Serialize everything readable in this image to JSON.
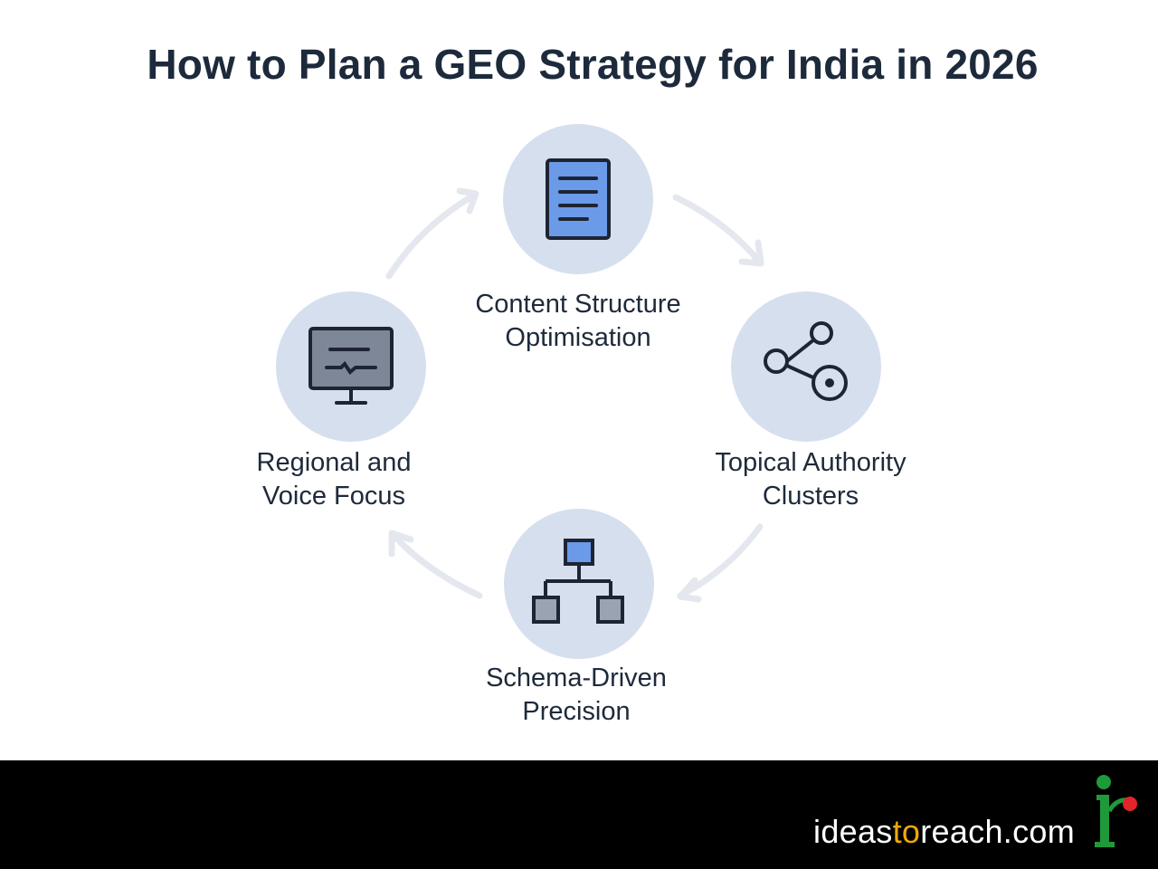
{
  "title": "How to Plan a GEO Strategy for India in 2026",
  "nodes": [
    {
      "id": "content",
      "line1": "Content Structure",
      "line2": "Optimisation",
      "icon": "document-icon"
    },
    {
      "id": "topical",
      "line1": "Topical Authority",
      "line2": "Clusters",
      "icon": "share-nodes-icon"
    },
    {
      "id": "schema",
      "line1": "Schema-Driven",
      "line2": "Precision",
      "icon": "hierarchy-icon"
    },
    {
      "id": "regional",
      "line1": "Regional and",
      "line2": "Voice Focus",
      "icon": "monitor-icon"
    }
  ],
  "footer": {
    "brand_before": "ideas",
    "brand_accent": "to",
    "brand_after": "reach.com",
    "logo": "ir-logo"
  },
  "colors": {
    "circle": "#d6dfee",
    "arrow": "#e4e8ee",
    "title": "#1d2a3c",
    "accent": "#f2a70a",
    "logo_green": "#1f9a3a",
    "logo_red": "#e0262b"
  }
}
